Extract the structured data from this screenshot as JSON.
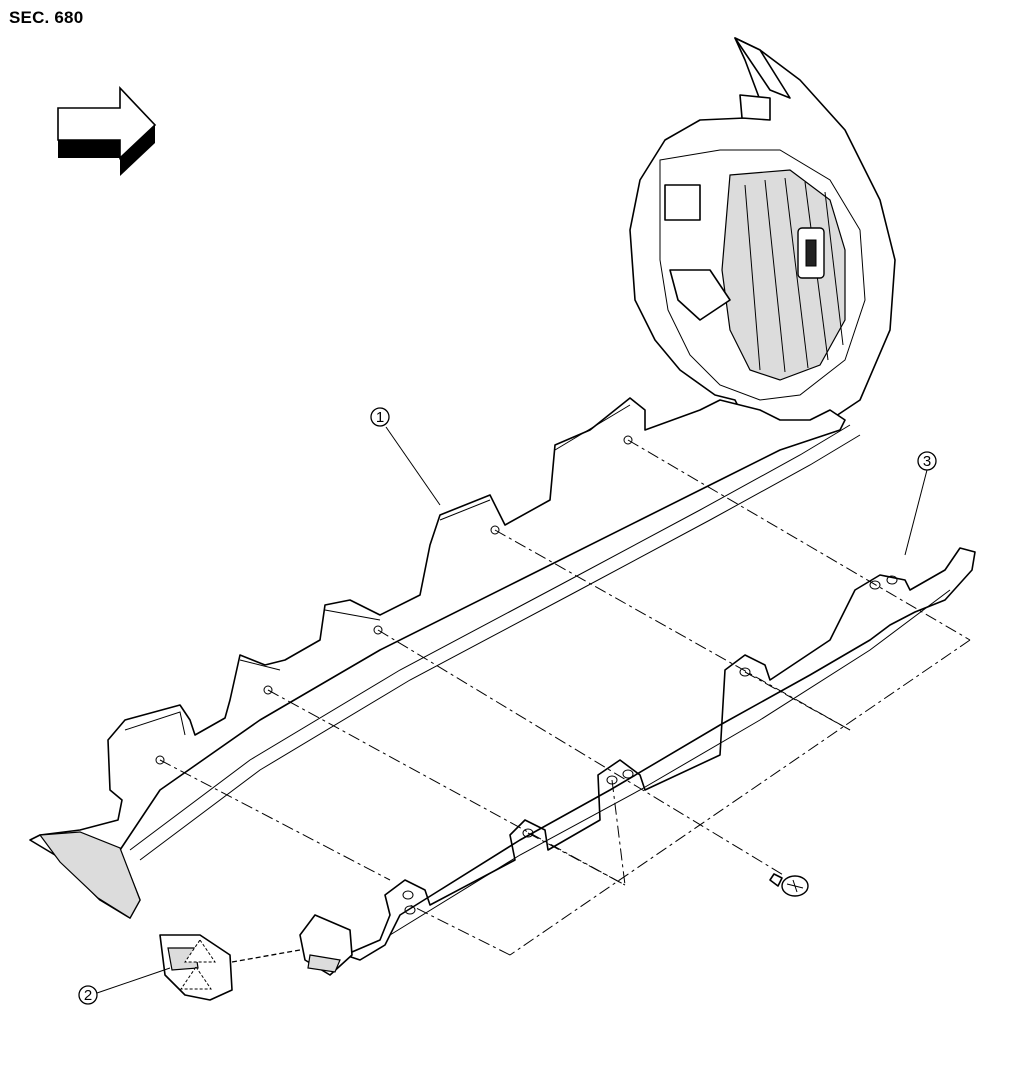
{
  "header": {
    "section": "SEC. 680"
  },
  "callouts": [
    {
      "id": "callout-1",
      "number": "1"
    },
    {
      "id": "callout-2",
      "number": "2"
    },
    {
      "id": "callout-3",
      "number": "3"
    }
  ],
  "icons": {
    "front_arrow": "front-direction-arrow-icon",
    "clip": "clip-triangle-icon"
  }
}
